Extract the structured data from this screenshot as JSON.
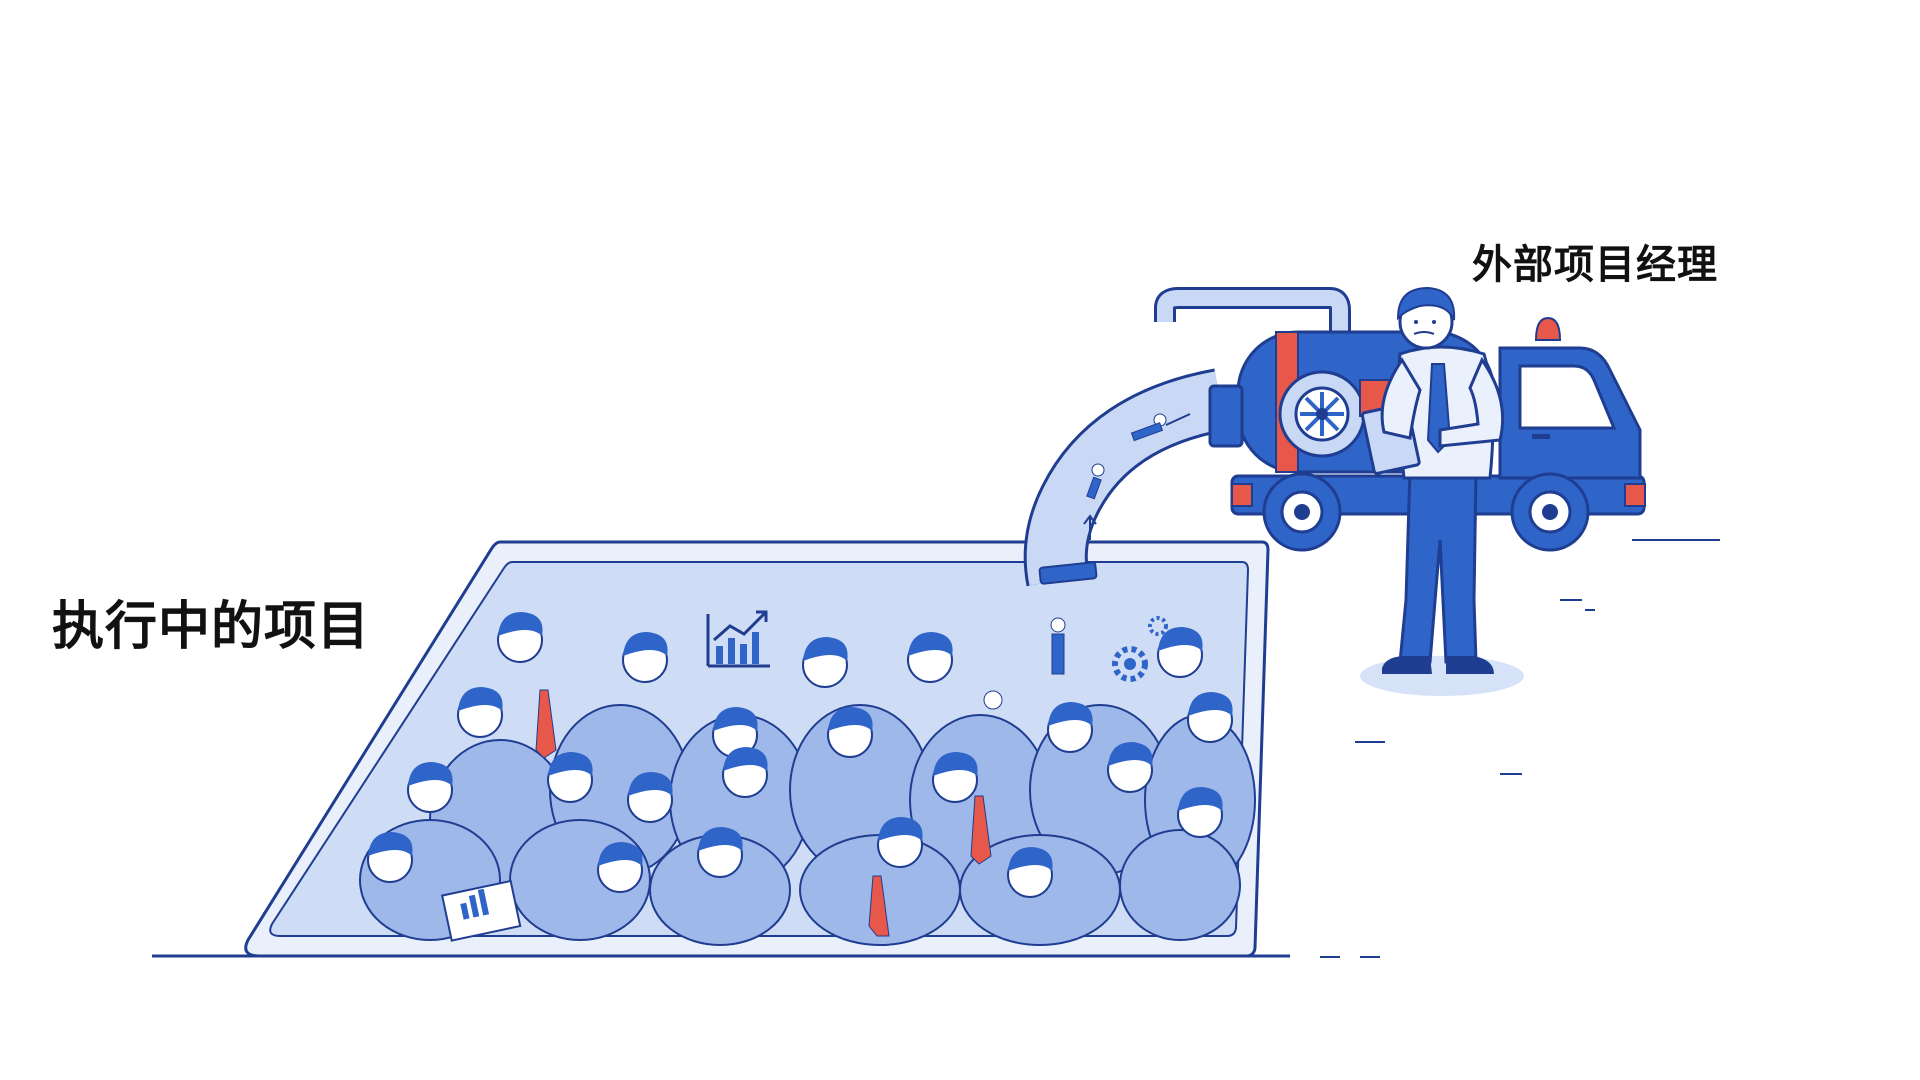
{
  "labels": {
    "project": "执行中的项目",
    "manager": "外部项目经理"
  },
  "colors": {
    "ink": "#1f3d91",
    "blue": "#2f64c8",
    "light_blue": "#d6e2f8",
    "red": "#e8584a",
    "text": "#111111"
  },
  "icons": {
    "chart_icon": "bar-chart-up-arrow",
    "gear_icon": "gear"
  }
}
